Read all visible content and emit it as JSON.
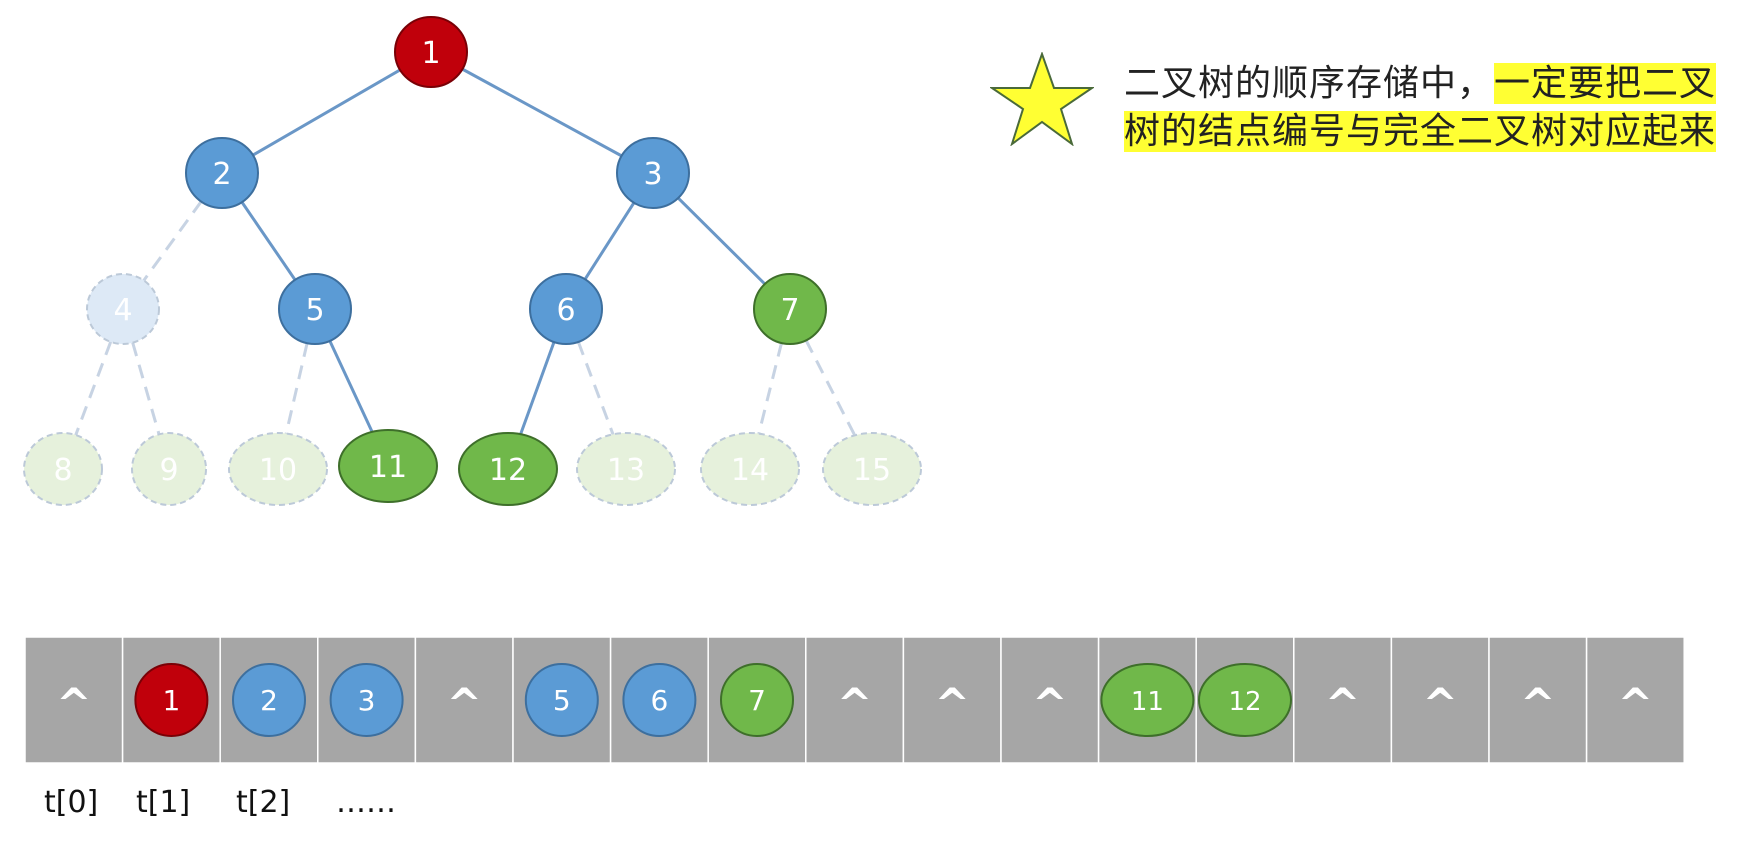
{
  "colors": {
    "root": "#c0000b",
    "blue": "#5b9bd5",
    "green": "#70b84a",
    "faded_blue": "#dde9f6",
    "faded_green": "#e6f1dc",
    "edge": "#6a97c7",
    "edge_dashed": "#c7d3e3",
    "cell": "#a6a6a6",
    "highlight": "#ffff33",
    "star": "#ffff33"
  },
  "note": {
    "plain": "二叉树的顺序存储中，",
    "highlight_line1": "一定要把二叉",
    "highlight_line2": "树的结点编号与完全二叉树对应起来"
  },
  "tree": {
    "nodes": [
      {
        "label": "1",
        "style": "root"
      },
      {
        "label": "2",
        "style": "blue"
      },
      {
        "label": "3",
        "style": "blue"
      },
      {
        "label": "4",
        "style": "faded_blue"
      },
      {
        "label": "5",
        "style": "blue"
      },
      {
        "label": "6",
        "style": "blue"
      },
      {
        "label": "7",
        "style": "green"
      },
      {
        "label": "8",
        "style": "faded_green"
      },
      {
        "label": "9",
        "style": "faded_green"
      },
      {
        "label": "10",
        "style": "faded_green"
      },
      {
        "label": "11",
        "style": "green"
      },
      {
        "label": "12",
        "style": "green"
      },
      {
        "label": "13",
        "style": "faded_green"
      },
      {
        "label": "14",
        "style": "faded_green"
      },
      {
        "label": "15",
        "style": "faded_green"
      }
    ],
    "edges": [
      {
        "from": "1",
        "to": "2",
        "dashed": false
      },
      {
        "from": "1",
        "to": "3",
        "dashed": false
      },
      {
        "from": "2",
        "to": "4",
        "dashed": true
      },
      {
        "from": "2",
        "to": "5",
        "dashed": false
      },
      {
        "from": "3",
        "to": "6",
        "dashed": false
      },
      {
        "from": "3",
        "to": "7",
        "dashed": false
      },
      {
        "from": "4",
        "to": "8",
        "dashed": true
      },
      {
        "from": "4",
        "to": "9",
        "dashed": true
      },
      {
        "from": "5",
        "to": "10",
        "dashed": true
      },
      {
        "from": "5",
        "to": "11",
        "dashed": false
      },
      {
        "from": "6",
        "to": "12",
        "dashed": false
      },
      {
        "from": "6",
        "to": "13",
        "dashed": true
      },
      {
        "from": "7",
        "to": "14",
        "dashed": true
      },
      {
        "from": "7",
        "to": "15",
        "dashed": true
      }
    ]
  },
  "array": {
    "null_symbol": "^",
    "cells": [
      {
        "label": "^",
        "style": "null"
      },
      {
        "label": "1",
        "style": "root"
      },
      {
        "label": "2",
        "style": "blue"
      },
      {
        "label": "3",
        "style": "blue"
      },
      {
        "label": "^",
        "style": "null"
      },
      {
        "label": "5",
        "style": "blue"
      },
      {
        "label": "6",
        "style": "blue"
      },
      {
        "label": "7",
        "style": "green"
      },
      {
        "label": "^",
        "style": "null"
      },
      {
        "label": "^",
        "style": "null"
      },
      {
        "label": "^",
        "style": "null"
      },
      {
        "label": "11",
        "style": "green"
      },
      {
        "label": "12",
        "style": "green"
      },
      {
        "label": "^",
        "style": "null"
      },
      {
        "label": "^",
        "style": "null"
      },
      {
        "label": "^",
        "style": "null"
      },
      {
        "label": "^",
        "style": "null"
      }
    ],
    "index_labels": [
      "t[0]",
      "t[1]",
      "t[2]",
      "……"
    ]
  }
}
